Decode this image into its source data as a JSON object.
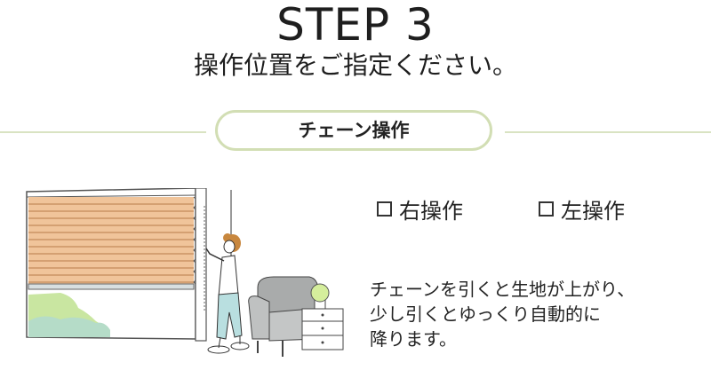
{
  "header": {
    "step": "STEP 3",
    "subtitle": "操作位置をご指定ください。"
  },
  "section": {
    "label": "チェーン操作"
  },
  "options": [
    {
      "label": "右操作",
      "checked": false
    },
    {
      "label": "左操作",
      "checked": false
    }
  ],
  "description": [
    "チェーンを引くと生地が上がり、",
    "少し引くとゆっくり自動的に",
    "降ります。"
  ],
  "colors": {
    "accent_line": "#d9e3c2",
    "pill_border": "#d2deb4",
    "blind_slat": "#e8b98a",
    "foliage": "#c5e19a",
    "chair": "#a8aaa9",
    "pants": "#b7dcdc"
  }
}
